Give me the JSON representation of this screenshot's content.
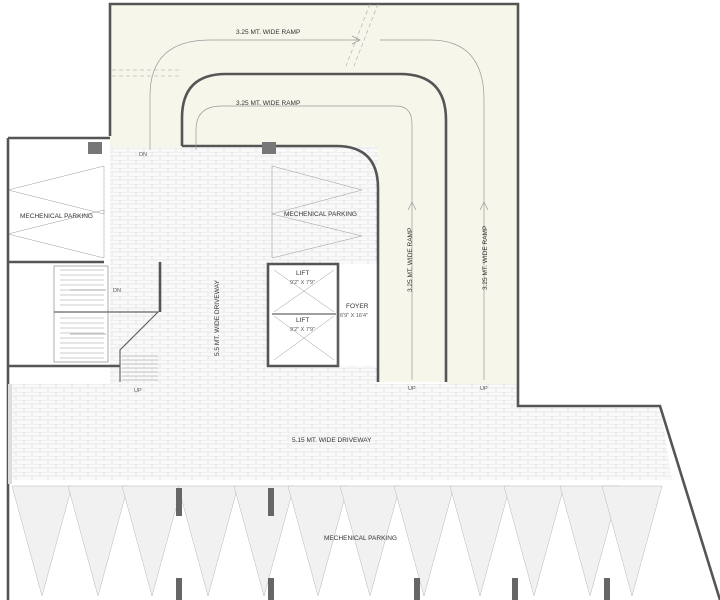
{
  "labels": {
    "ramp_top_outer": "3.25 MT. WIDE RAMP",
    "ramp_top_inner": "3.25 MT. WIDE RAMP",
    "ramp_right_inner": "3.25 MT. WIDE RAMP",
    "ramp_right_outer": "3.25 MT. WIDE RAMP",
    "mech_parking_left": "MECHENICAL PARKING",
    "mech_parking_mid": "MECHENICAL PARKING",
    "mech_parking_bottom": "MECHENICAL PARKING",
    "driveway_vertical": "5.5 MT. WIDE DRIVEWAY",
    "driveway_horizontal": "5.15 MT. WIDE DRIVEWAY",
    "lift_1": "LIFT",
    "lift_1_size": "9'2\" X 7'9\"",
    "lift_2": "LIFT",
    "lift_2_size": "9'2\" X 7'9\"",
    "foyer": "FOYER",
    "foyer_size": "6'9\" X 16'4\"",
    "dn_top": "DN",
    "dn_stair": "DN",
    "up_stair": "UP",
    "up_ramp_1": "UP",
    "up_ramp_2": "UP"
  },
  "colors": {
    "ramp_fill": "#f6f6ea",
    "paving_fill": "#f9f9f9",
    "paving_line": "#d4d4d4",
    "wall": "#555555",
    "label": "#333333"
  }
}
